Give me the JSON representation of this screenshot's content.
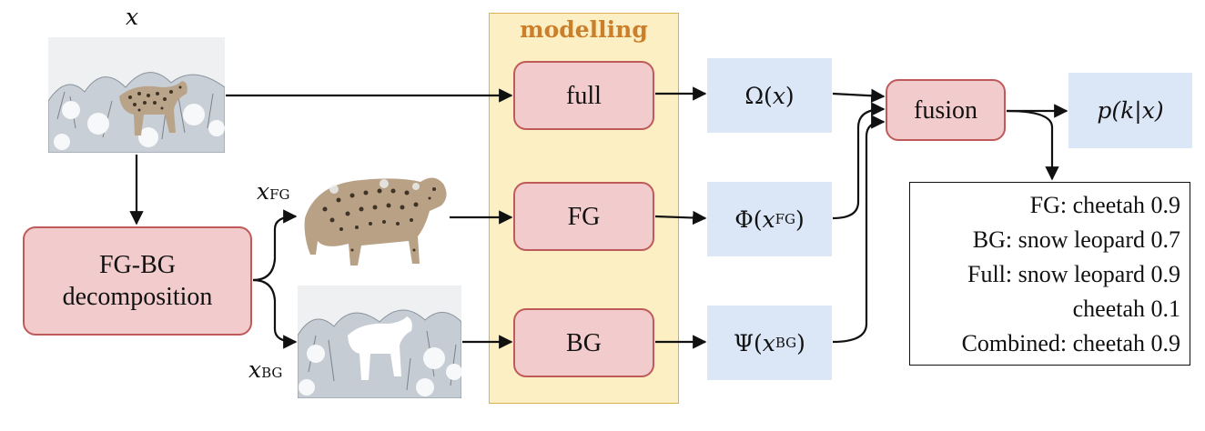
{
  "input_label": "x",
  "fg_label": {
    "base": "x",
    "sub": "FG"
  },
  "bg_label": {
    "base": "x",
    "sub": "BG"
  },
  "modelling_title": "modelling",
  "decomposition_box": [
    "FG-BG",
    "decomposition"
  ],
  "model_boxes": {
    "full": "full",
    "fg": "FG",
    "bg": "BG"
  },
  "feature_boxes": {
    "full": {
      "fn": "Ω",
      "arg": "x",
      "sub": ""
    },
    "fg": {
      "fn": "Φ",
      "arg": "x",
      "sub": "FG"
    },
    "bg": {
      "fn": "Ψ",
      "arg": "x",
      "sub": "BG"
    }
  },
  "fusion_box": "fusion",
  "output": {
    "text": "p(k|x)"
  },
  "results": [
    "FG: cheetah 0.9",
    "BG: snow leopard 0.7",
    "Full: snow leopard 0.9",
    "cheetah 0.1",
    "Combined: cheetah 0.9"
  ],
  "colors": {
    "model_box_fill": "#f2cccc",
    "model_box_border": "#bf5a5a",
    "feature_box_fill": "#dbe7f7",
    "panel_fill": "#fcefc3",
    "panel_title": "#cc7f2a"
  }
}
